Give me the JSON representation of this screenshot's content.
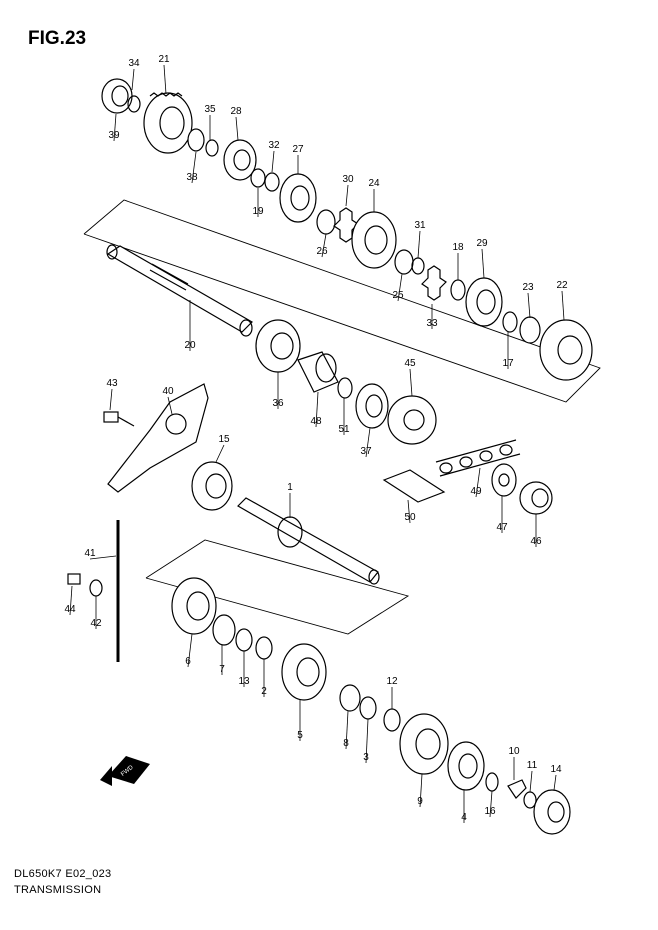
{
  "figure": {
    "title": "FIG.23"
  },
  "footer": {
    "model_code": "DL650K7 E02_023",
    "section": "TRANSMISSION"
  },
  "direction_arrow": {
    "label": "FWD"
  },
  "parts": [
    {
      "no": "34"
    },
    {
      "no": "21"
    },
    {
      "no": "39"
    },
    {
      "no": "35"
    },
    {
      "no": "28"
    },
    {
      "no": "38"
    },
    {
      "no": "32"
    },
    {
      "no": "27"
    },
    {
      "no": "19"
    },
    {
      "no": "30"
    },
    {
      "no": "24"
    },
    {
      "no": "26"
    },
    {
      "no": "31"
    },
    {
      "no": "18"
    },
    {
      "no": "29"
    },
    {
      "no": "25"
    },
    {
      "no": "33"
    },
    {
      "no": "23"
    },
    {
      "no": "22"
    },
    {
      "no": "20"
    },
    {
      "no": "17"
    },
    {
      "no": "45"
    },
    {
      "no": "43"
    },
    {
      "no": "40"
    },
    {
      "no": "36"
    },
    {
      "no": "48"
    },
    {
      "no": "51"
    },
    {
      "no": "37"
    },
    {
      "no": "15"
    },
    {
      "no": "49"
    },
    {
      "no": "1"
    },
    {
      "no": "50"
    },
    {
      "no": "47"
    },
    {
      "no": "46"
    },
    {
      "no": "41"
    },
    {
      "no": "44"
    },
    {
      "no": "42"
    },
    {
      "no": "6"
    },
    {
      "no": "7"
    },
    {
      "no": "13"
    },
    {
      "no": "2"
    },
    {
      "no": "12"
    },
    {
      "no": "5"
    },
    {
      "no": "8"
    },
    {
      "no": "3"
    },
    {
      "no": "10"
    },
    {
      "no": "11"
    },
    {
      "no": "14"
    },
    {
      "no": "9"
    },
    {
      "no": "4"
    },
    {
      "no": "16"
    }
  ]
}
